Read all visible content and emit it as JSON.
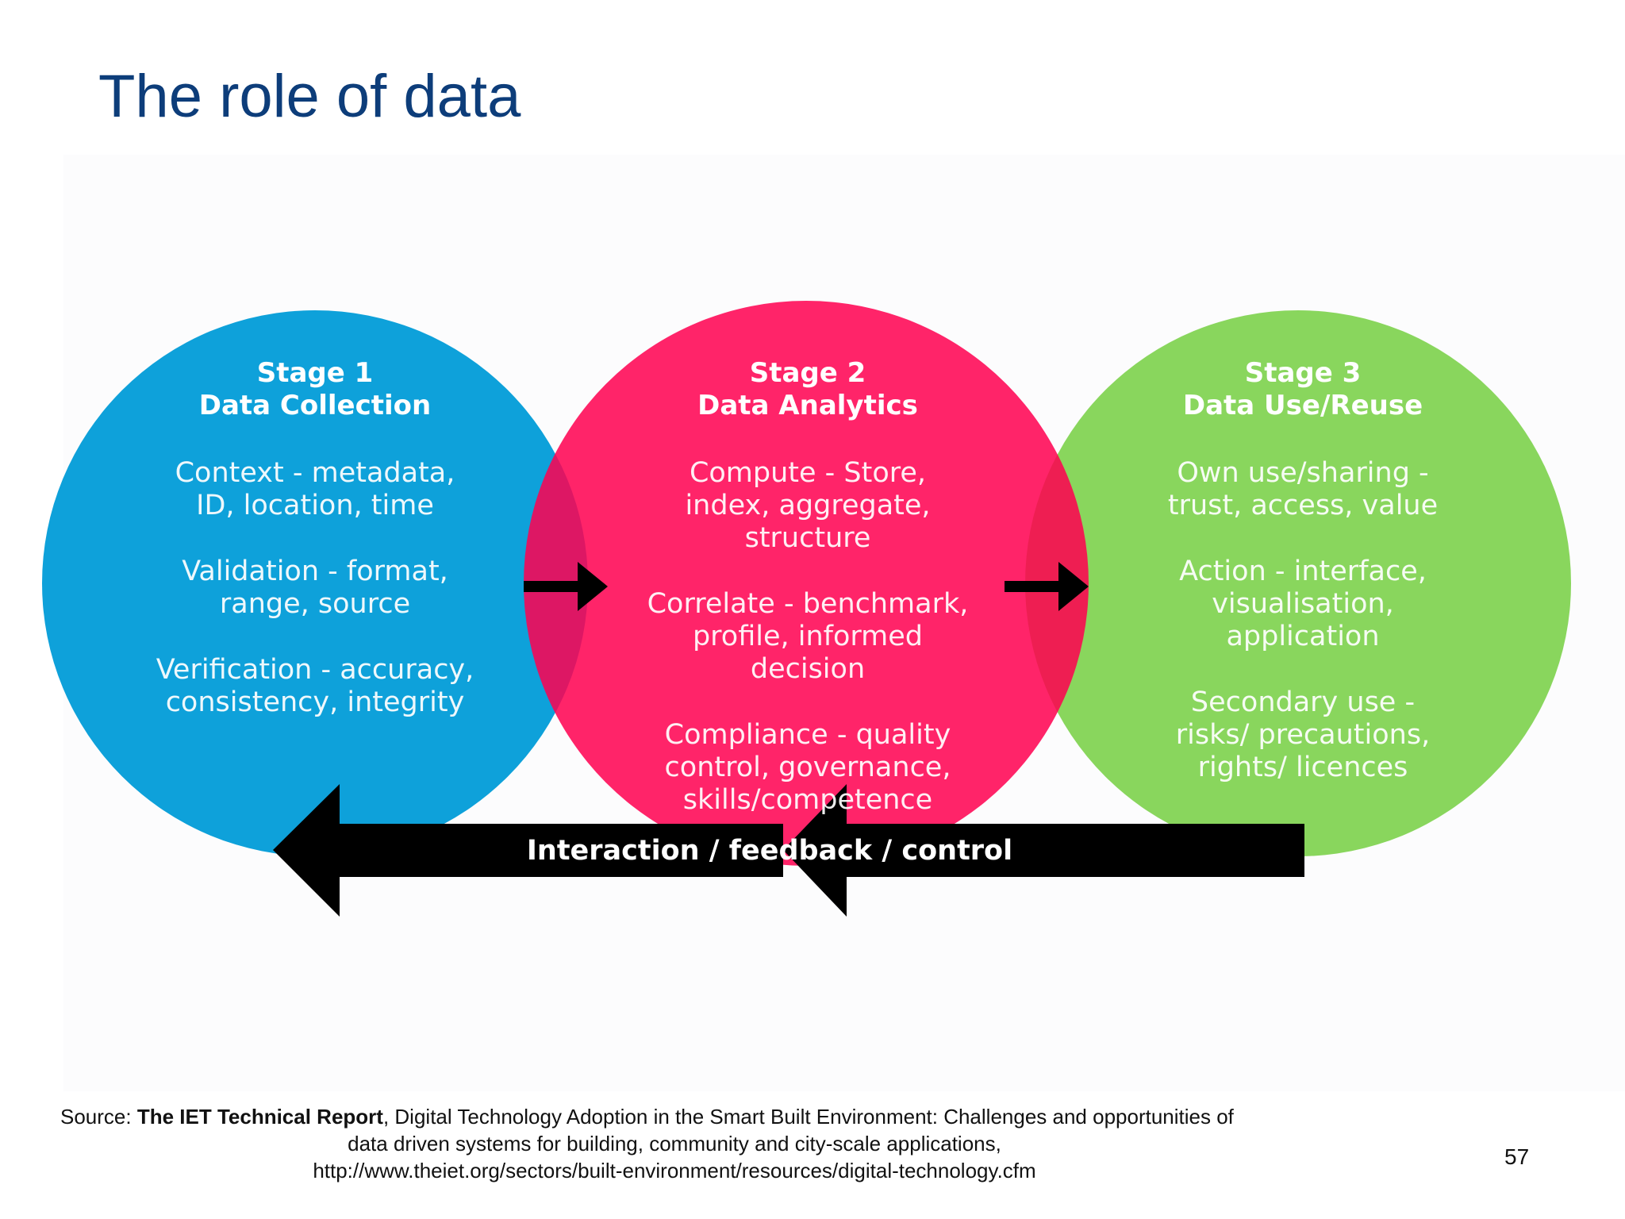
{
  "title": "The role of data",
  "colors": {
    "title": "#0d3d7a",
    "stage1": "#049dd9",
    "stage2": "#ff0050",
    "stage3": "#84d456",
    "arrows": "#000000"
  },
  "stages": [
    {
      "number": "Stage 1",
      "name": "Data Collection",
      "items": [
        "Context - metadata, ID, location, time",
        "Validation - format, range, source",
        "Verification - accuracy, consistency, integrity"
      ]
    },
    {
      "number": "Stage 2",
      "name": "Data Analytics",
      "items": [
        "Compute - Store, index, aggregate, structure",
        "Correlate - benchmark, profile, informed decision",
        "Compliance - quality control, governance, skills/competence"
      ]
    },
    {
      "number": "Stage 3",
      "name": "Data Use/Reuse",
      "items": [
        "Own use/sharing - trust, access, value",
        "Action - interface, visualisation, application",
        "Secondary use - risks/ precautions, rights/ licences"
      ]
    }
  ],
  "feedback_label": "Interaction / feedback / control",
  "source": {
    "prefix": "Source: ",
    "report": "The IET Technical Report",
    "line1_rest": ", Digital Technology Adoption in the Smart Built Environment:  Challenges and opportunities of",
    "line2": "data driven systems for building, community and city-scale applications,",
    "url": "http://www.theiet.org/sectors/built-environment/resources/digital-technology.cfm"
  },
  "page_number": "57"
}
